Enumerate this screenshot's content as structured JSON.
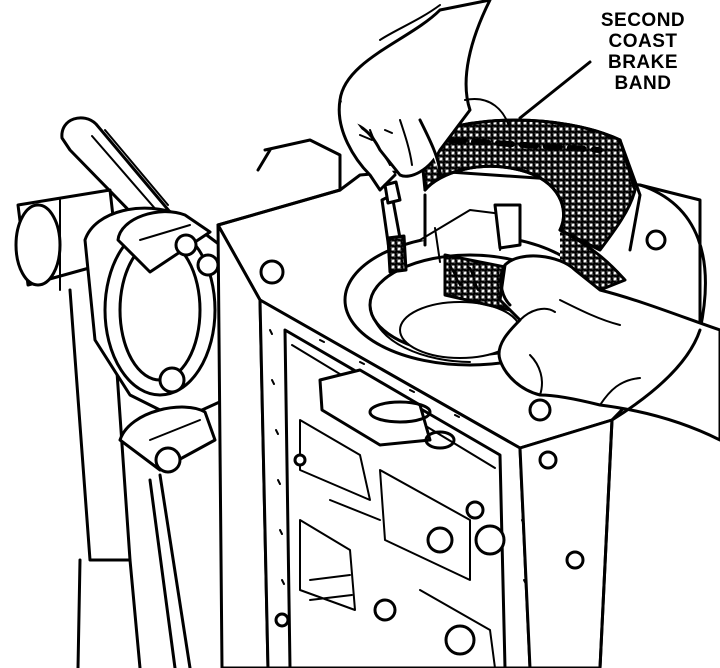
{
  "callout": {
    "lines": [
      "SECOND",
      "COAST",
      "BRAKE",
      "BAND"
    ]
  },
  "colors": {
    "ink": "#000000",
    "paper": "#ffffff",
    "stipple": "#9a9a9a"
  },
  "icons": [
    "hand-icon",
    "tool-icon",
    "brake-band-icon"
  ]
}
